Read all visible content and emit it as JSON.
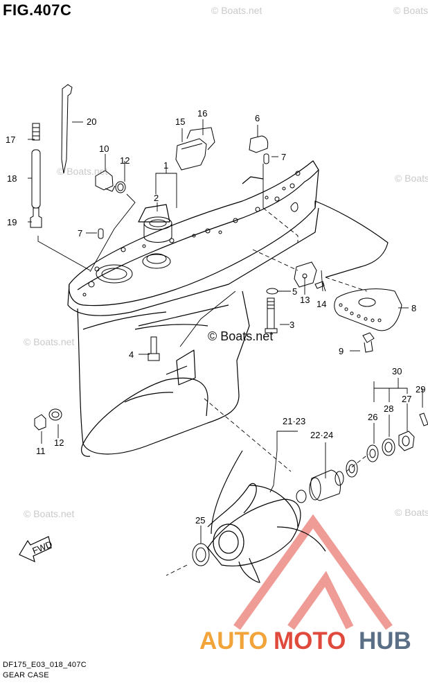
{
  "figure": {
    "title": "FIG.407C"
  },
  "footer": {
    "code": "DF175_E03_018_407C",
    "name": "GEAR CASE"
  },
  "watermark": {
    "text": "© Boats.net",
    "center_text": "© Boats.net"
  },
  "logo": {
    "part1": "AUTO",
    "part2": "MOTO",
    "part3": "HUB",
    "colors": {
      "auto": "#f2a33a",
      "moto": "#e04a3c",
      "hub": "#5a6e86",
      "triangle": "#ef9b96"
    }
  },
  "arrow": {
    "label": "FWD"
  },
  "parts": {
    "p1": "1",
    "p2": "2",
    "p3": "3",
    "p4": "4",
    "p5": "5",
    "p6": "6",
    "p7a": "7",
    "p7b": "7",
    "p8": "8",
    "p9": "9",
    "p10": "10",
    "p11": "11",
    "p12a": "12",
    "p12b": "12",
    "p13": "13",
    "p14": "14",
    "p15": "15",
    "p16": "16",
    "p17": "17",
    "p18": "18",
    "p19": "19",
    "p20": "20",
    "p21_23": "21·23",
    "p22_24": "22·24",
    "p25": "25",
    "p26": "26",
    "p27": "27",
    "p28": "28",
    "p29": "29",
    "p30": "30"
  }
}
